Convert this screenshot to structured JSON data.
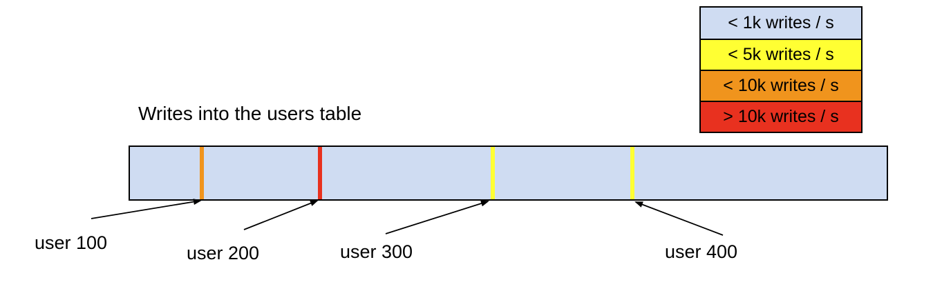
{
  "title": "Writes into the users table",
  "legend": {
    "border_color": "#000000",
    "items": [
      {
        "label": "< 1k writes / s",
        "color": "#cfdcf2"
      },
      {
        "label": "< 5k writes / s",
        "color": "#ffff33"
      },
      {
        "label": "< 10k writes / s",
        "color": "#f0941d"
      },
      {
        "label": "> 10k writes / s",
        "color": "#e8311f"
      }
    ]
  },
  "bar": {
    "fill": "#cfdcf2",
    "border_color": "#000000",
    "markers": [
      {
        "user": "user 100",
        "color": "#f0941d"
      },
      {
        "user": "user 200",
        "color": "#e8311f"
      },
      {
        "user": "user 300",
        "color": "#ffff33"
      },
      {
        "user": "user 400",
        "color": "#ffff33"
      }
    ]
  }
}
